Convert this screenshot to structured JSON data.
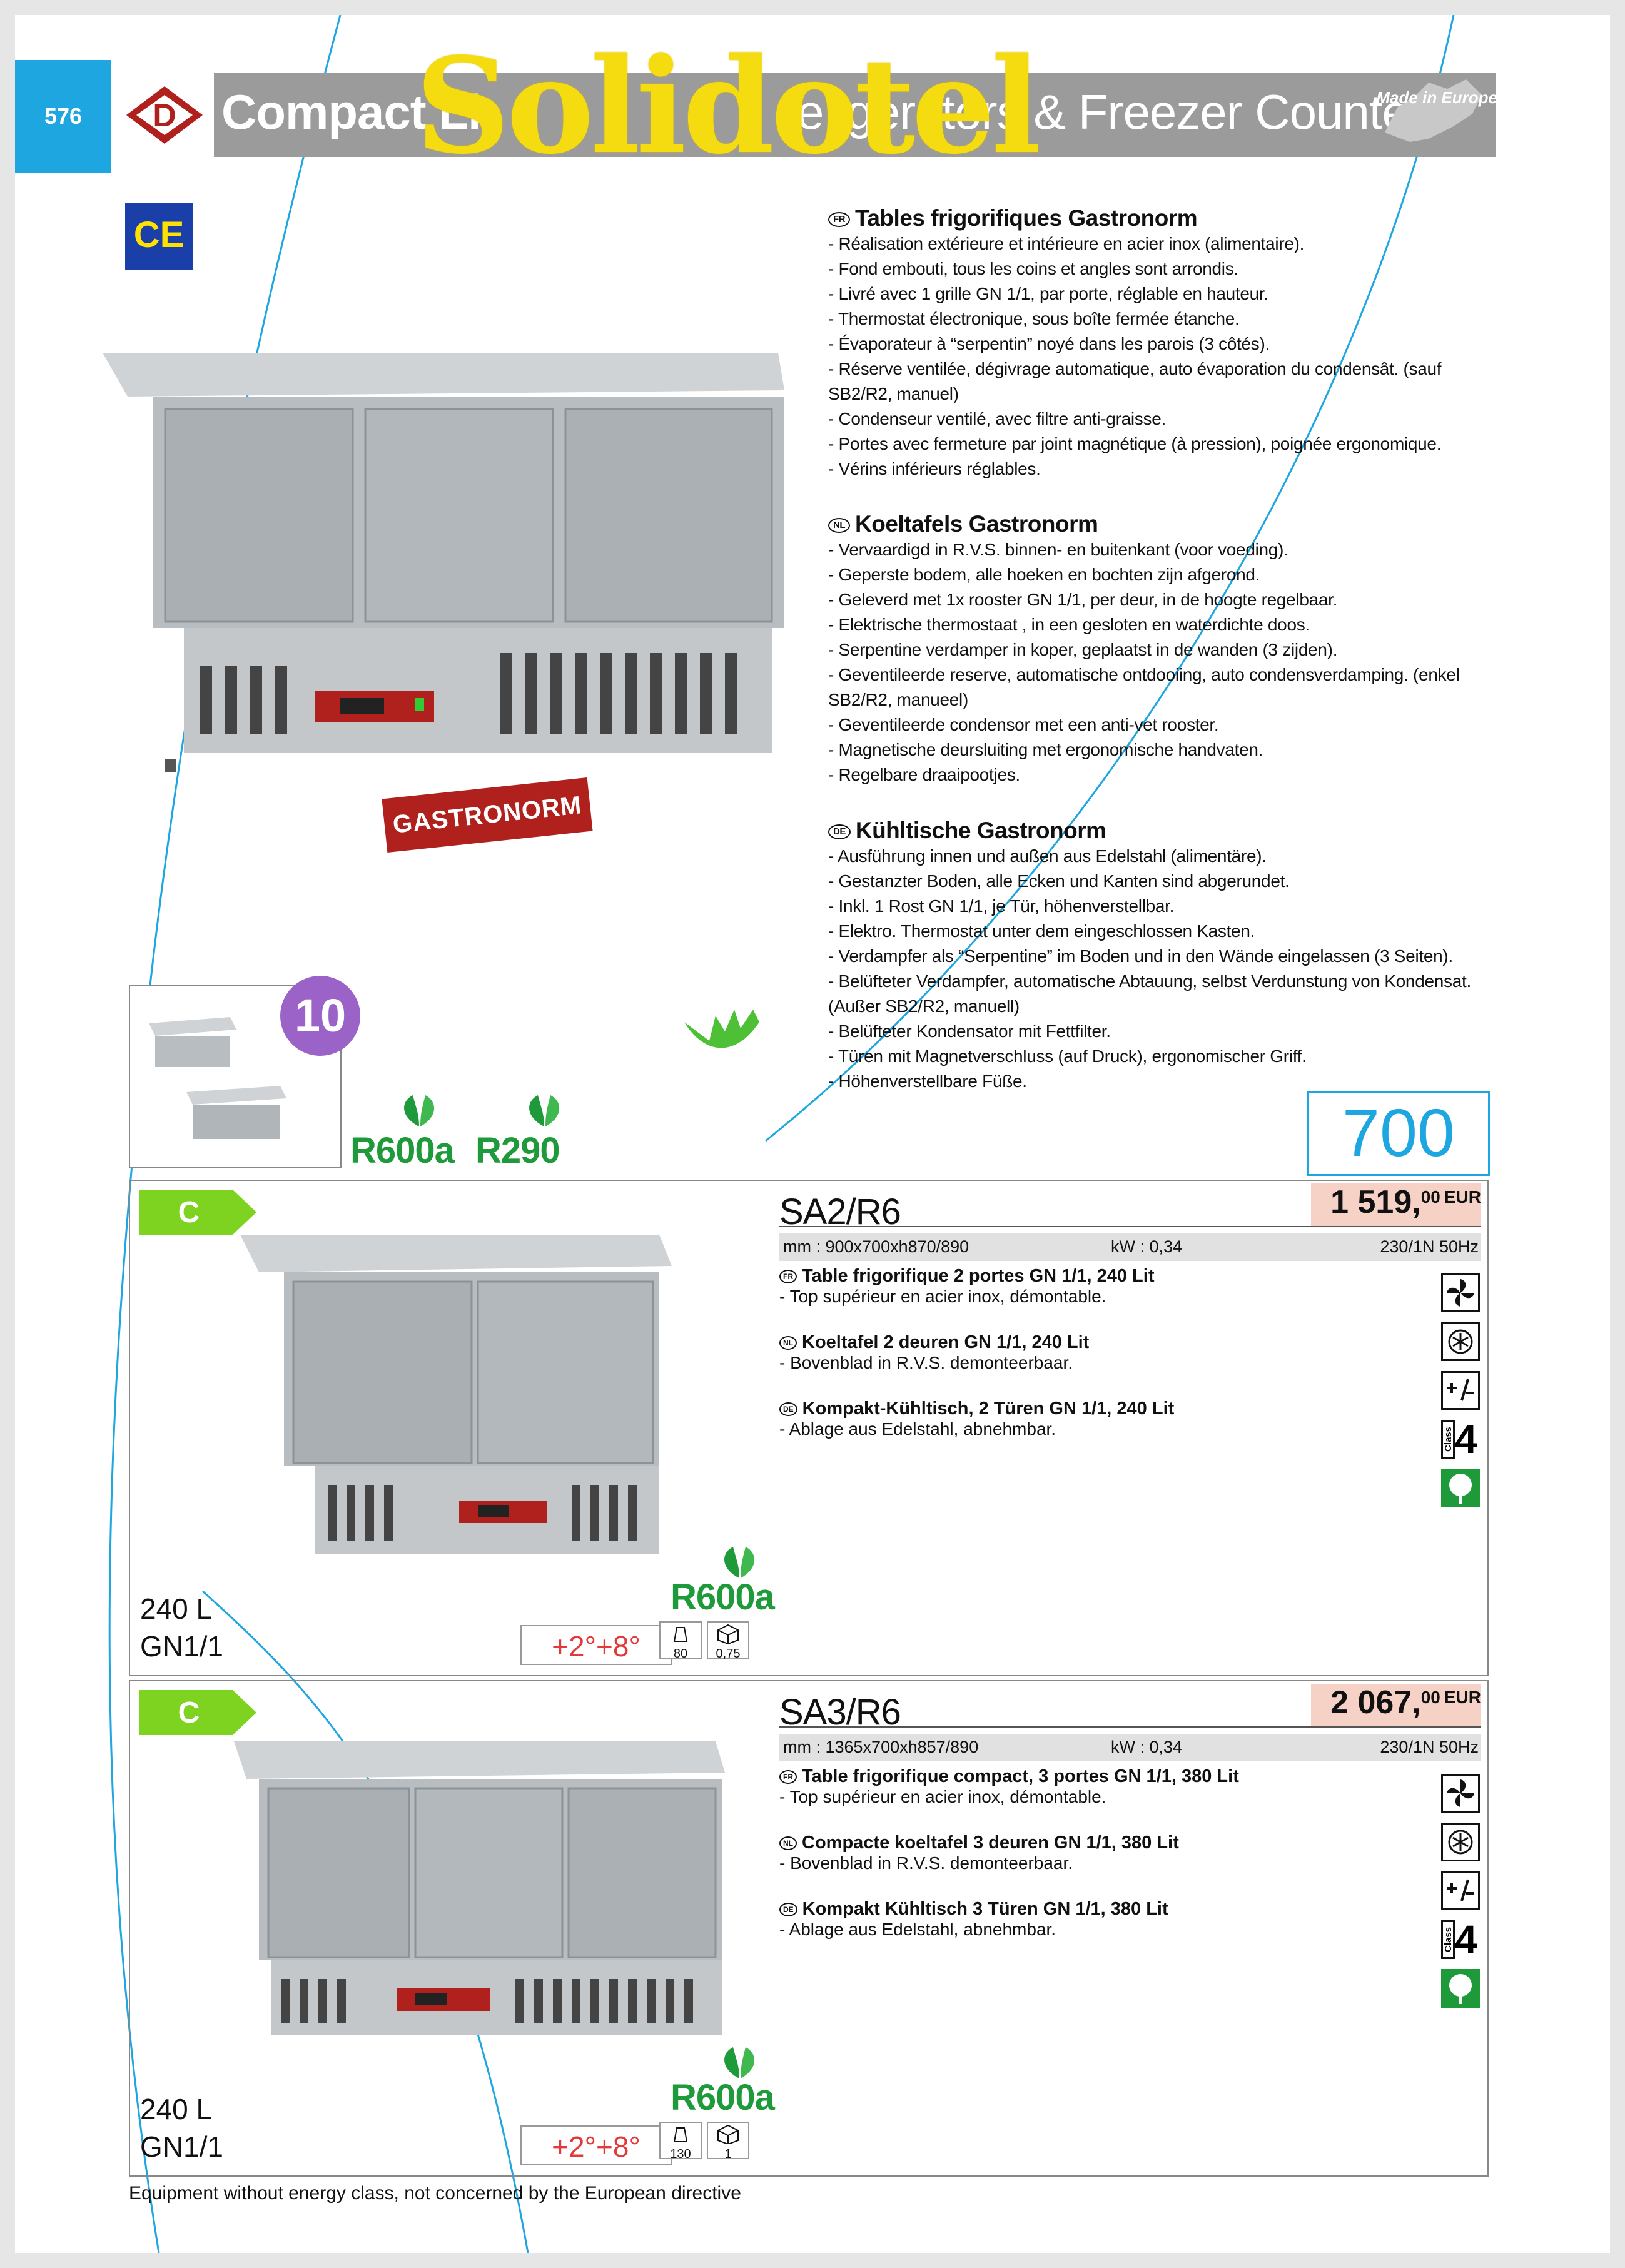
{
  "page": {
    "number": "576"
  },
  "header": {
    "title_left": "Compact Li",
    "title_right": "e igerators & Freezer Counters",
    "brand_overlay": "Solidotel",
    "made_in_europe": "Made in Europe",
    "logo_letter": "D"
  },
  "hero": {
    "badge": "GASTRONORM",
    "count_badge": "10",
    "refrigerants": [
      "R600a",
      "R290"
    ],
    "ce_mark": "CE"
  },
  "sections": [
    {
      "lang": "FR",
      "title": "Tables frigorifiques Gastronorm",
      "items": [
        "- Réalisation extérieure et intérieure en acier inox (alimentaire).",
        "- Fond embouti, tous les coins et angles sont arrondis.",
        "- Livré avec 1 grille GN 1/1, par porte, réglable en hauteur.",
        "- Thermostat électronique, sous boîte fermée étanche.",
        "- Évaporateur à “serpentin” noyé dans les parois (3 côtés).",
        "- Réserve ventilée, dégivrage automatique, auto évaporation du condensât. (sauf SB2/R2, manuel)",
        "- Condenseur ventilé, avec filtre anti-graisse.",
        "- Portes avec fermeture par joint magnétique (à pression), poignée ergonomique.",
        "- Vérins inférieurs réglables."
      ]
    },
    {
      "lang": "NL",
      "title": "Koeltafels Gastronorm",
      "items": [
        "- Vervaardigd in R.V.S. binnen- en buitenkant (voor voeding).",
        "- Geperste bodem, alle hoeken en bochten zijn afgerond.",
        "- Geleverd met 1x rooster GN 1/1, per deur, in de hoogte regelbaar.",
        "- Elektrische thermostaat , in een gesloten en waterdichte doos.",
        "- Serpentine verdamper in koper, geplaatst in de wanden (3 zijden).",
        "- Geventileerde reserve, automatische ontdooiing, auto condensverdamping. (enkel SB2/R2, manueel)",
        "- Geventileerde condensor met een anti-vet rooster.",
        "- Magnetische deursluiting met ergonomische handvaten.",
        "- Regelbare draaipootjes."
      ]
    },
    {
      "lang": "DE",
      "title": "Kühltische Gastronorm",
      "items": [
        "- Ausführung innen und außen aus Edelstahl (alimentäre).",
        "- Gestanzter Boden, alle Ecken und Kanten sind abgerundet.",
        "- Inkl. 1 Rost GN 1/1, je Tür, höhenverstellbar.",
        "- Elektro. Thermostat unter dem eingeschlossen Kasten.",
        "- Verdampfer als “Serpentine” im Boden und in den Wände eingelassen (3 Seiten).",
        "- Belüfteter Verdampfer, automatische Abtauung, selbst Verdunstung von Kondensat. (Außer SB2/R2, manuell)",
        "- Belüfteter Kondensator mit Fettfilter.",
        "- Türen mit Magnetverschluss (auf Druck), ergonomischer Griff.",
        "- Höhenverstellbare Füße."
      ]
    }
  ],
  "depth_label": "700",
  "products": [
    {
      "energy_class": "C",
      "model": "SA2/R6",
      "price_main": "1 519,",
      "price_cents": "00",
      "currency": "EUR",
      "dims": "mm : 900x700xh870/890",
      "power": "kW : 0,34",
      "electric": "230/1N 50Hz",
      "fr_title": "Table frigorifique 2 portes GN 1/1, 240 Lit",
      "fr_desc": "- Top supérieur en acier inox, démontable.",
      "nl_title": "Koeltafel 2 deuren GN 1/1, 240 Lit",
      "nl_desc": "- Bovenblad in R.V.S. demonteerbaar.",
      "de_title": "Kompakt-Kühltisch, 2 Türen GN 1/1, 240 Lit",
      "de_desc": "- Ablage aus Edelstahl, abnehmbar.",
      "capacity": "240 L",
      "gn": "GN1/1",
      "temp": "+2°+8°",
      "weight": "80",
      "volume": "0,75",
      "refrigerant": "R600a",
      "climate_class": "4",
      "class_label": "Class",
      "doors": 2
    },
    {
      "energy_class": "C",
      "model": "SA3/R6",
      "price_main": "2 067,",
      "price_cents": "00",
      "currency": "EUR",
      "dims": "mm : 1365x700xh857/890",
      "power": "kW : 0,34",
      "electric": "230/1N 50Hz",
      "fr_title": "Table frigorifique compact, 3 portes GN 1/1, 380 Lit",
      "fr_desc": "- Top supérieur en acier inox, démontable.",
      "nl_title": "Compacte koeltafel 3 deuren GN 1/1, 380 Lit",
      "nl_desc": "- Bovenblad in R.V.S. demonteerbaar.",
      "de_title": "Kompakt Kühltisch 3 Türen GN 1/1, 380 Lit",
      "de_desc": "- Ablage aus Edelstahl, abnehmbar.",
      "capacity": "240 L",
      "gn": "GN1/1",
      "temp": "+2°+8°",
      "weight": "130",
      "volume": "1",
      "refrigerant": "R600a",
      "climate_class": "4",
      "class_label": "Class",
      "doors": 3
    }
  ],
  "footer": {
    "note": "Equipment without energy class, not concerned by the European directive"
  },
  "colors": {
    "accent_blue": "#1ea6e0",
    "header_gray": "#9b9b9b",
    "brand_yellow": "#f5dc10",
    "price_bg": "#f6d2c6",
    "green": "#1f9a3a",
    "class_green": "#7ed321",
    "badge_purple": "#9b62c8",
    "badge_red": "#b0201c"
  }
}
